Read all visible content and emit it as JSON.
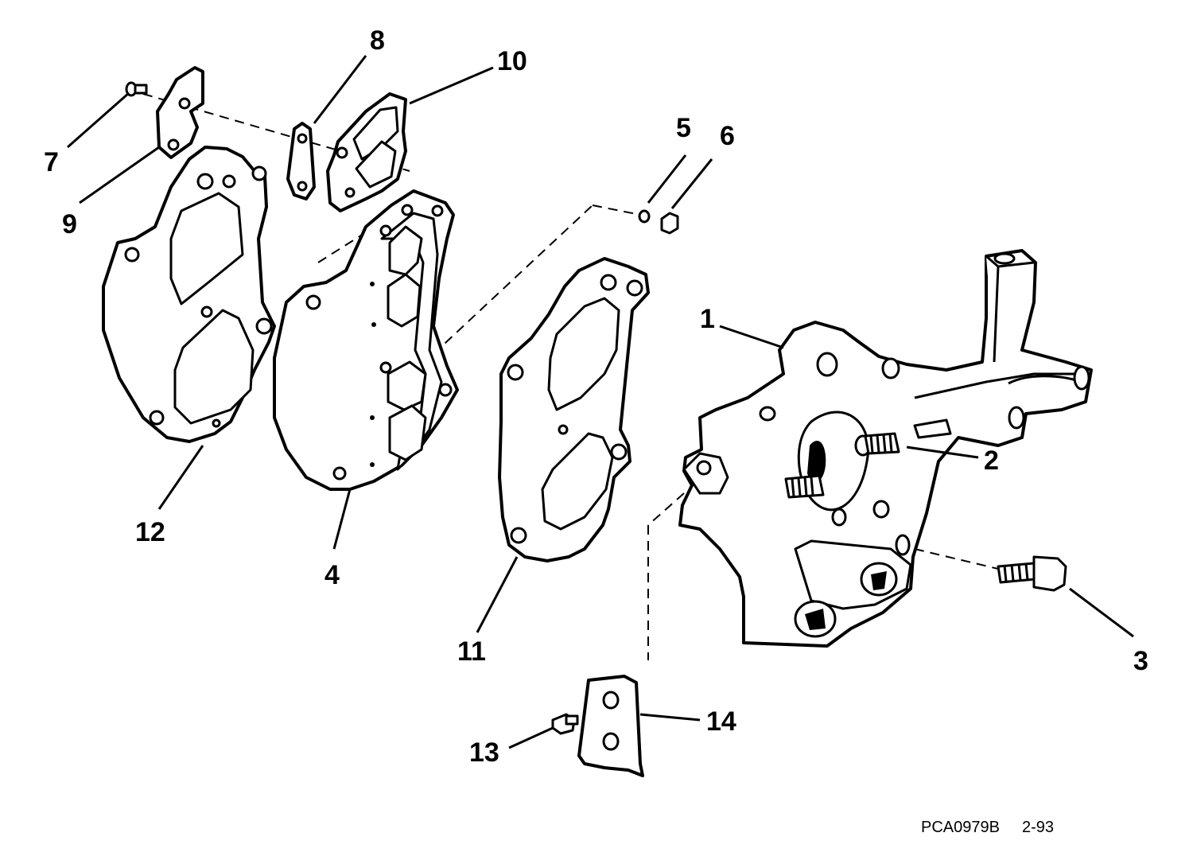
{
  "callouts": {
    "c1": "1",
    "c2": "2",
    "c3": "3",
    "c4": "4",
    "c5": "5",
    "c6": "6",
    "c7": "7",
    "c8": "8",
    "c9": "9",
    "c10": "10",
    "c11": "11",
    "c12": "12",
    "c13": "13",
    "c14": "14"
  },
  "footer": {
    "code": "PCA0979B",
    "page": "2-93"
  }
}
